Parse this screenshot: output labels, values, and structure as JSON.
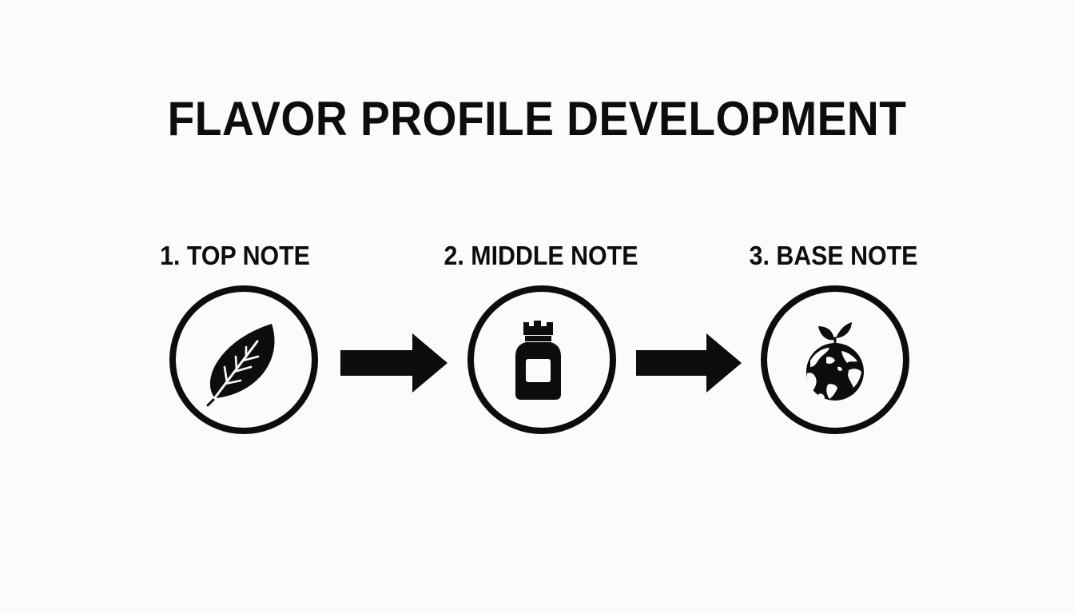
{
  "diagram": {
    "title": "FLAVOR PROFILE DEVELOPMENT",
    "steps": [
      {
        "label": "1. TOP NOTE",
        "icon": "leaf-icon"
      },
      {
        "label": "2. MIDDLE NOTE",
        "icon": "jar-icon"
      },
      {
        "label": "3. BASE NOTE",
        "icon": "earth-sprout-icon"
      }
    ],
    "colors": {
      "ink": "#0d0d0d",
      "background": "#fbfbfb"
    }
  }
}
